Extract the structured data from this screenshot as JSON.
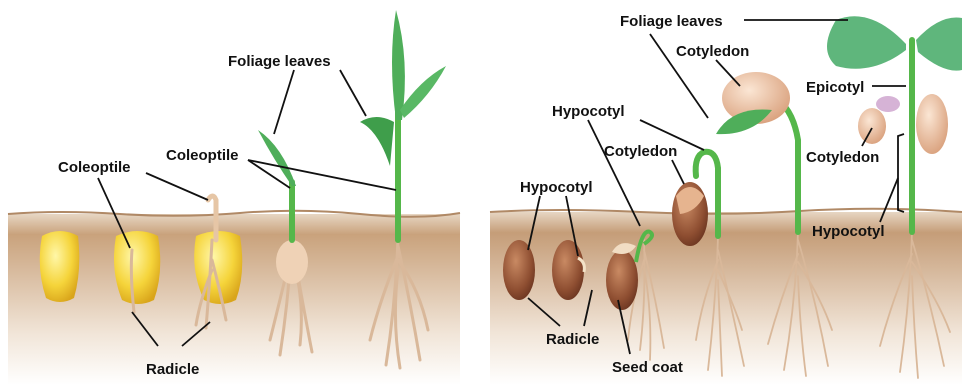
{
  "labels": {
    "foliage_leaves_left": "Foliage leaves",
    "coleoptile_1": "Coleoptile",
    "coleoptile_2": "Coleoptile",
    "radicle_left": "Radicle",
    "foliage_leaves_right": "Foliage leaves",
    "cotyledon_top": "Cotyledon",
    "hypocotyl_top": "Hypocotyl",
    "epicotyl": "Epicotyl",
    "cotyledon_mid": "Cotyledon",
    "hypocotyl_left": "Hypocotyl",
    "cotyledon_right": "Cotyledon",
    "hypocotyl_right": "Hypocotyl",
    "radicle_right": "Radicle",
    "seed_coat": "Seed coat"
  },
  "colors": {
    "soil": "#c9a27c",
    "soil_surface": "#e6d3bf",
    "leaf_green": "#4fae5a",
    "bean_leaf": "#5fb67c",
    "corn_kernel": "#f2cf2e",
    "bean_seed": "#9a5a3a",
    "cotyledon": "#e9c0a0",
    "root": "#d9b89a"
  }
}
